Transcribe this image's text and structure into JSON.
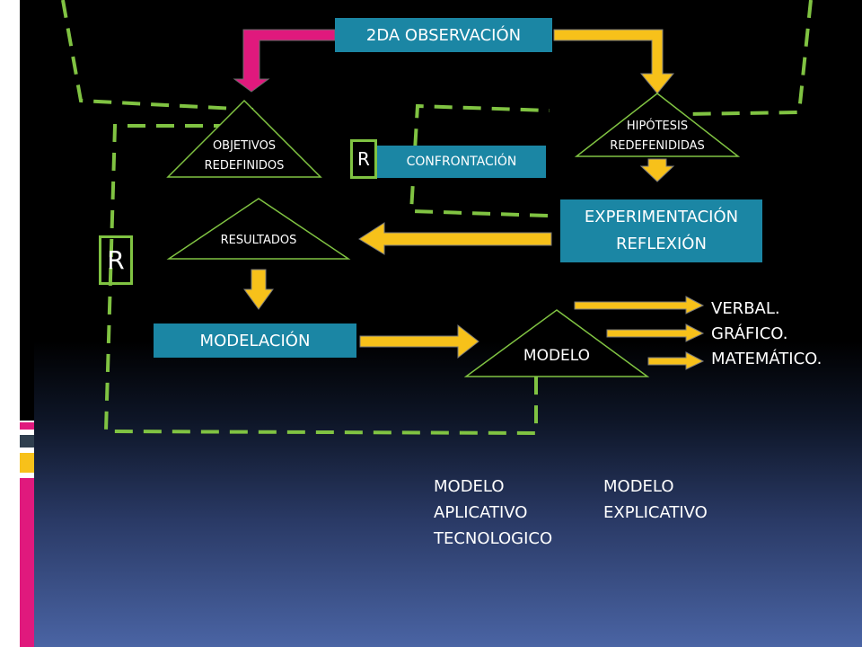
{
  "boxes": {
    "observacion": "2DA OBSERVACIÓN",
    "confrontacion": "CONFRONTACIÓN",
    "experimentacion_1": "EXPERIMENTACIÓN",
    "experimentacion_2": "REFLEXIÓN",
    "modelacion": "MODELACIÓN"
  },
  "triangles": {
    "objetivos_1": "OBJETIVOS",
    "objetivos_2": "REDEFINIDOS",
    "hipotesis_1": "HIPÓTESIS",
    "hipotesis_2": "REDEFENIDIDAS",
    "resultados": "RESULTADOS",
    "modelo": "MODELO"
  },
  "r_labels": {
    "small": "R",
    "large": "R"
  },
  "model_types": [
    "VERBAL.",
    "GRÁFICO.",
    "MATEMÁTICO."
  ],
  "bottom": {
    "aplicativo": [
      "MODELO",
      "APLICATIVO",
      "TECNOLOGICO"
    ],
    "explicativo": [
      "MODELO",
      "EXPLICATIVO"
    ]
  },
  "colors": {
    "box_fill": "#1b86a4",
    "arrow_yellow": "#f7c11a",
    "arrow_magenta": "#e0197d",
    "dashed_green": "#80c342",
    "triangle_stroke": "#80c342"
  }
}
